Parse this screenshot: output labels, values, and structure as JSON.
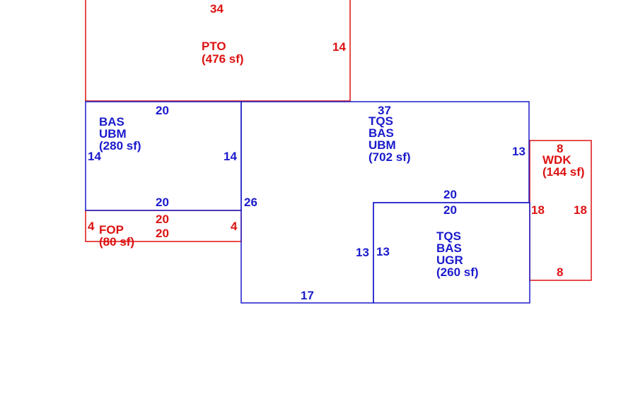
{
  "colors": {
    "blue": "#1a1acc",
    "red": "#dd1111",
    "background": "#ffffff"
  },
  "areas": {
    "pto": {
      "codes": [
        "PTO"
      ],
      "area": "(476 sf)"
    },
    "bas": {
      "codes": [
        "BAS",
        "UBM"
      ],
      "area": "(280 sf)"
    },
    "fop": {
      "codes": [
        "FOP"
      ],
      "area": "(80 sf)"
    },
    "main": {
      "codes": [
        "TQS",
        "BAS",
        "UBM"
      ],
      "area": "(702 sf)"
    },
    "lower": {
      "codes": [
        "TQS",
        "BAS",
        "UGR"
      ],
      "area": "(260 sf)"
    },
    "wdk": {
      "codes": [
        "WDK"
      ],
      "area": "(144 sf)"
    }
  },
  "dimensions": {
    "pto_top": "34",
    "pto_right": "14",
    "bas_top": "20",
    "bas_left": "14",
    "bas_right": "14",
    "bas_bottom": "20",
    "fop_top": "20",
    "fop_bottom": "20",
    "fop_left": "4",
    "fop_right": "4",
    "main_top": "37",
    "main_right": "13",
    "main_left": "26",
    "main_bottom": "17",
    "lower_top_outer": "20",
    "lower_top_inner": "20",
    "lower_left_outer": "13",
    "lower_left_inner": "13",
    "wdk_top": "8",
    "wdk_left": "18",
    "wdk_right": "18",
    "wdk_bottom": "8"
  }
}
